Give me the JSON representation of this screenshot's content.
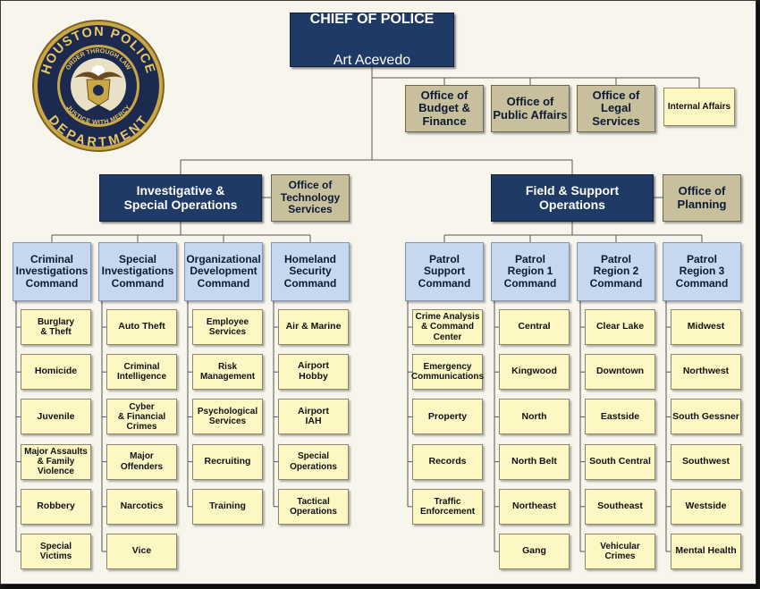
{
  "chief": {
    "title": "CHIEF OF POLICE",
    "name": "Art Acevedo"
  },
  "seal": {
    "top_text": "HOUSTON POLICE",
    "motto_top": "ORDER THROUGH LAW",
    "motto_bottom": "JUSTICE WITH MERCY",
    "bottom_text": "DEPARTMENT"
  },
  "staff_offices": {
    "budget": "Office of\nBudget &\nFinance",
    "public_affairs": "Office of\nPublic Affairs",
    "legal": "Office of\nLegal Services",
    "internal_affairs": "Internal Affairs"
  },
  "divisions": {
    "investigative": "Investigative &\nSpecial Operations",
    "technology": "Office of\nTechnology\nServices",
    "field_support": "Field & Support\nOperations",
    "planning": "Office of\nPlanning"
  },
  "commands": [
    {
      "name": "Criminal\nInvestigations\nCommand",
      "units": [
        "Burglary\n& Theft",
        "Homicide",
        "Juvenile",
        "Major Assaults\n& Family\nViolence",
        "Robbery",
        "Special\nVictims"
      ]
    },
    {
      "name": "Special\nInvestigations\nCommand",
      "units": [
        "Auto Theft",
        "Criminal\nIntelligence",
        "Cyber\n& Financial\nCrimes",
        "Major\nOffenders",
        "Narcotics",
        "Vice"
      ]
    },
    {
      "name": "Organizational\nDevelopment\nCommand",
      "units": [
        "Employee\nServices",
        "Risk\nManagement",
        "Psychological\nServices",
        "Recruiting",
        "Training"
      ]
    },
    {
      "name": "Homeland\nSecurity\nCommand",
      "units": [
        "Air & Marine",
        "Airport\nHobby",
        "Airport\nIAH",
        "Special\nOperations",
        "Tactical\nOperations"
      ]
    },
    {
      "name": "Patrol\nSupport\nCommand",
      "units": [
        "Crime Analysis\n& Command\nCenter",
        "Emergency\nCommunications",
        "Property",
        "Records",
        "Traffic\nEnforcement"
      ]
    },
    {
      "name": "Patrol\nRegion 1\nCommand",
      "units": [
        "Central",
        "Kingwood",
        "North",
        "North Belt",
        "Northeast",
        "Gang"
      ]
    },
    {
      "name": "Patrol\nRegion 2\nCommand",
      "units": [
        "Clear Lake",
        "Downtown",
        "Eastside",
        "South Central",
        "Southeast",
        "Vehicular\nCrimes"
      ]
    },
    {
      "name": "Patrol\nRegion 3\nCommand",
      "units": [
        "Midwest",
        "Northwest",
        "South Gessner",
        "Southwest",
        "Westside",
        "Mental Health"
      ]
    }
  ],
  "colors": {
    "navy": "#1f3a64",
    "tan": "#c8c09d",
    "pale_yellow": "#fdf7c3",
    "light_blue": "#c6d7f0",
    "seal_gold": "#c9a646",
    "seal_navy": "#1b2a4e"
  }
}
